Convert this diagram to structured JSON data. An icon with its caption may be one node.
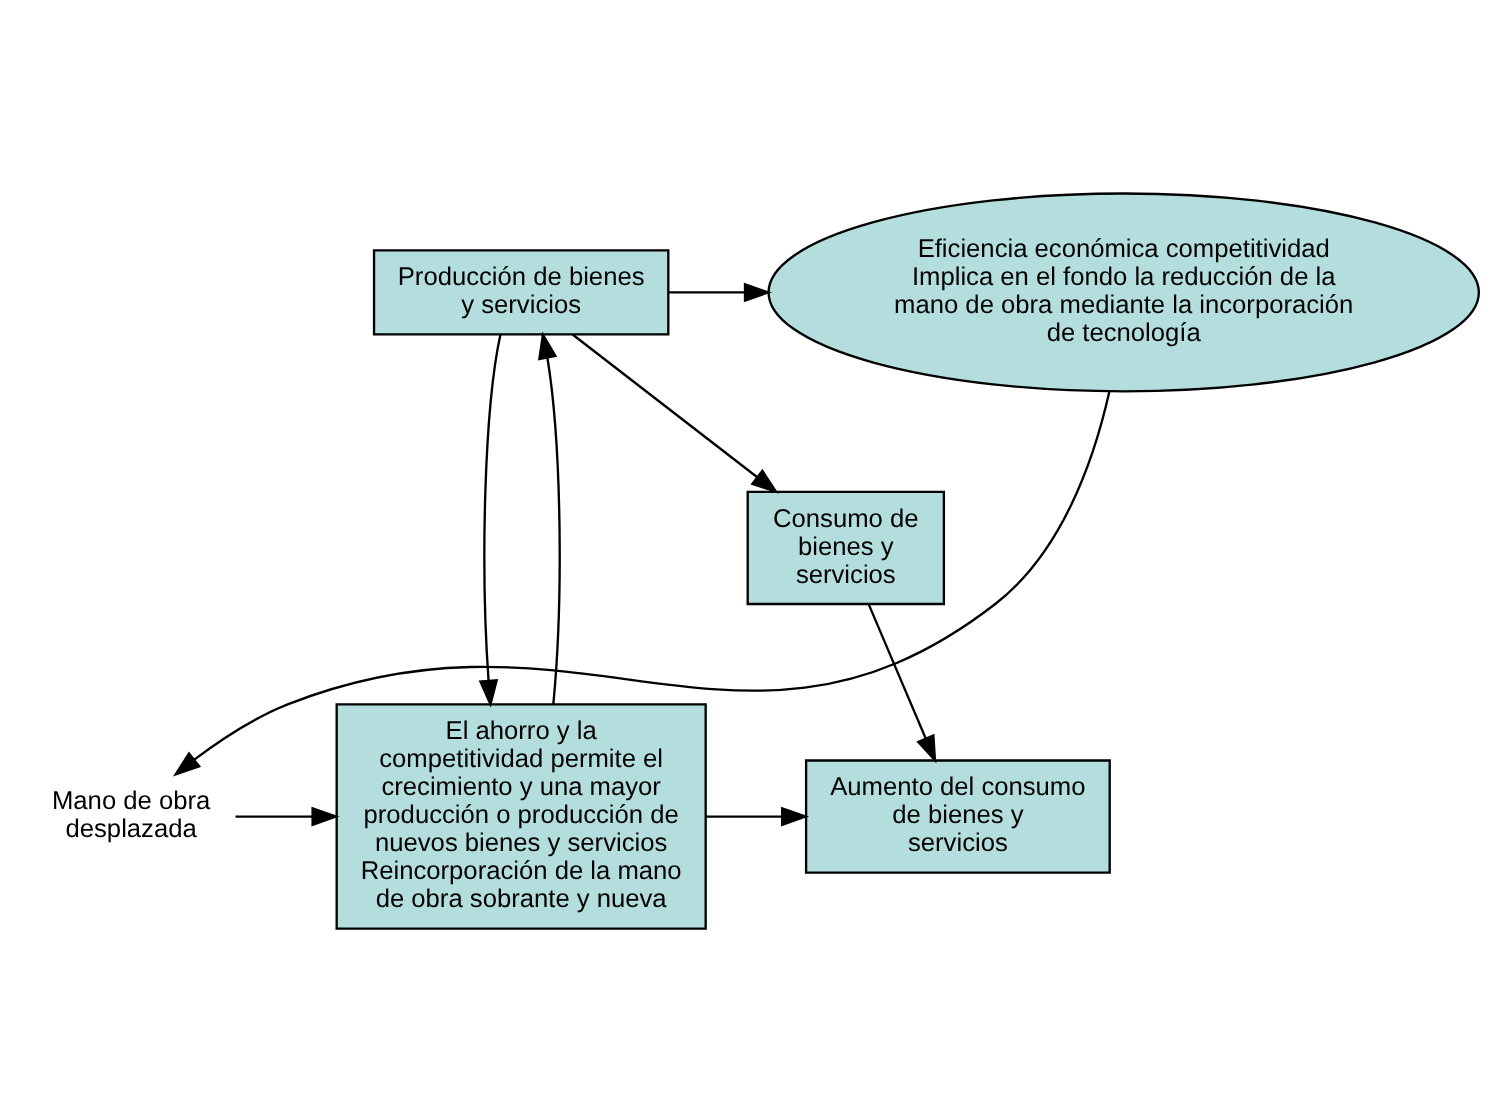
{
  "diagram": {
    "nodes": [
      {
        "text": [
          "Eficiencia económica competitividad",
          "Implica en el fondo la reducción de la mano de obra mediante la incorporación de tecnología"
        ]
      },
      {
        "text": [
          "Producción de bienes y servicios"
        ]
      },
      {
        "text": [
          "Consumo de bienes y servicios"
        ]
      },
      {
        "text": [
          "Aumento del consumo de bienes y servicios"
        ]
      },
      {
        "text": [
          "El ahorro y la competitividad permite el crecimiento y una mayor producción o producción de nuevos bienes y servicios",
          "Reincorporación de la mano de obra sobrante y nueva"
        ]
      },
      {
        "text": [
          "Mano de obra desplazada"
        ]
      }
    ],
    "edges": [
      {
        "from": 1,
        "to": 0,
        "arrow": "to"
      },
      {
        "from": 1,
        "to": 4,
        "arrow": "to"
      },
      {
        "from": 4,
        "to": 1,
        "arrow": "to"
      },
      {
        "from": 1,
        "to": 2,
        "arrow": "to"
      },
      {
        "from": 2,
        "to": 3,
        "arrow": "to"
      },
      {
        "from": 4,
        "to": 3,
        "arrow": "to"
      },
      {
        "from": 0,
        "to": 5,
        "arrow": "to"
      },
      {
        "from": 5,
        "to": 4,
        "arrow": "to"
      }
    ]
  }
}
